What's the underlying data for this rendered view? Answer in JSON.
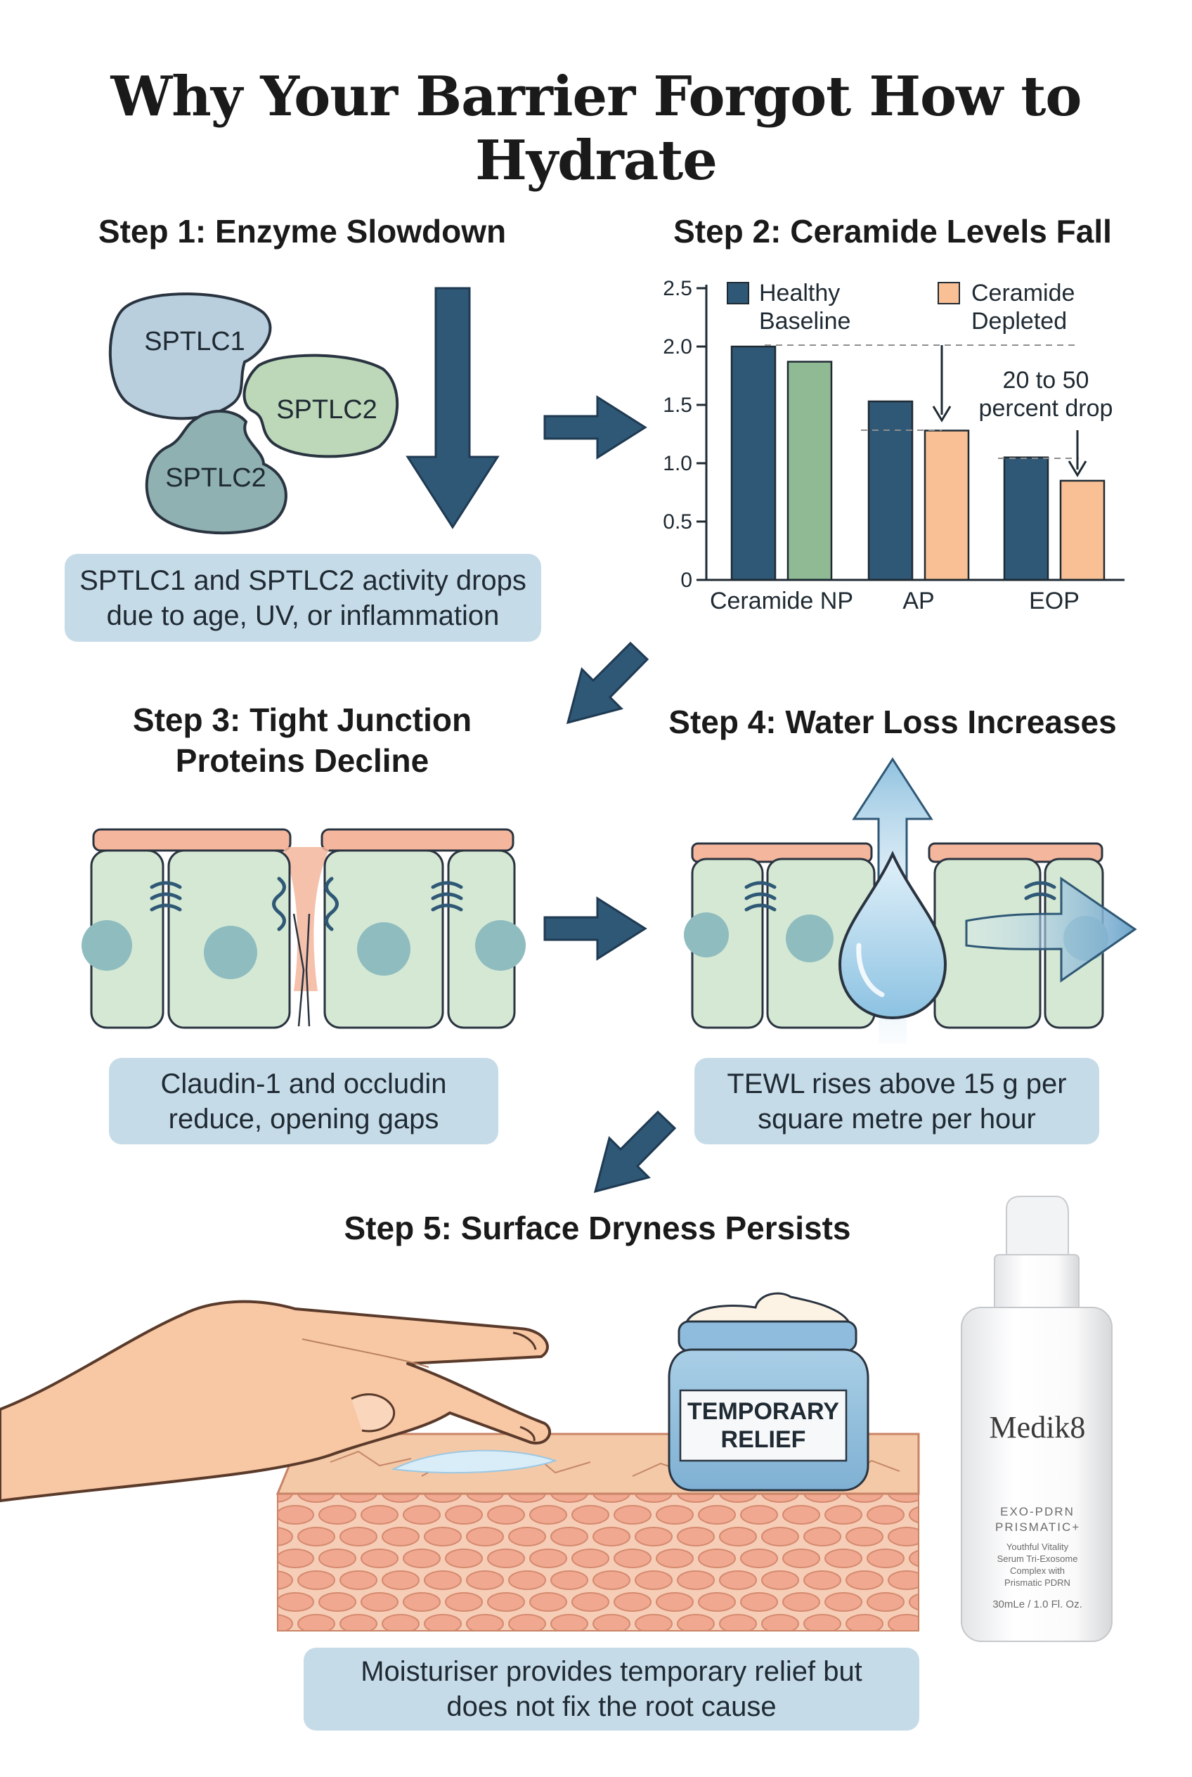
{
  "title": "Why Your Barrier Forgot How to Hydrate",
  "steps": [
    {
      "label": "Step 1: Enzyme Slowdown",
      "caption": "SPTLC1 and SPTLC2 activity drops due to age, UV, or inflammation"
    },
    {
      "label": "Step 2: Ceramide Levels Fall"
    },
    {
      "label": "Step 3: Tight Junction Proteins Decline",
      "caption": "Claudin-1 and occludin reduce, opening gaps"
    },
    {
      "label": "Step 4: Water Loss Increases",
      "caption": "TEWL rises above 15 g per square metre per hour"
    },
    {
      "label": "Step 5: Surface Dryness Persists",
      "caption": "Moisturiser provides temporary relief but does not fix the root cause"
    }
  ],
  "enzymes": [
    "SPTLC1",
    "SPTLC2",
    "SPTLC2"
  ],
  "chart_data": {
    "type": "bar",
    "categories": [
      "Ceramide NP",
      "AP",
      "EOP"
    ],
    "series": [
      {
        "name": "Healthy Baseline",
        "values": [
          2.0,
          1.53,
          1.05
        ]
      },
      {
        "name": "Ceramide Depleted",
        "values": [
          1.87,
          1.28,
          0.85
        ]
      }
    ],
    "ylim": [
      0,
      2.5
    ],
    "yticks": [
      "0",
      "0.5",
      "1.0",
      "1.5",
      "2.0",
      "2.5"
    ],
    "annotation": "20 to 50 percent drop",
    "legend_position": "top",
    "colors": {
      "healthy": "#2f5876",
      "depleted": "#f9c095",
      "first_depleted": "#8fba94"
    }
  },
  "jar_label": "TEMPORARY RELIEF",
  "product": {
    "brand": "Medik8",
    "name": "EXO-PDRN PRISMATIC+",
    "desc": "Youthful Vitality Serum Tri-Exosome Complex with Prismatic PDRN",
    "volume": "30mLe / 1.0 Fl. Oz."
  },
  "colors": {
    "arrow": "#2f5876",
    "caption_bg": "#c6dbe8",
    "cell": "#d5e8d4",
    "membrane": "#f4b69c",
    "water": "#9ccbe6"
  }
}
